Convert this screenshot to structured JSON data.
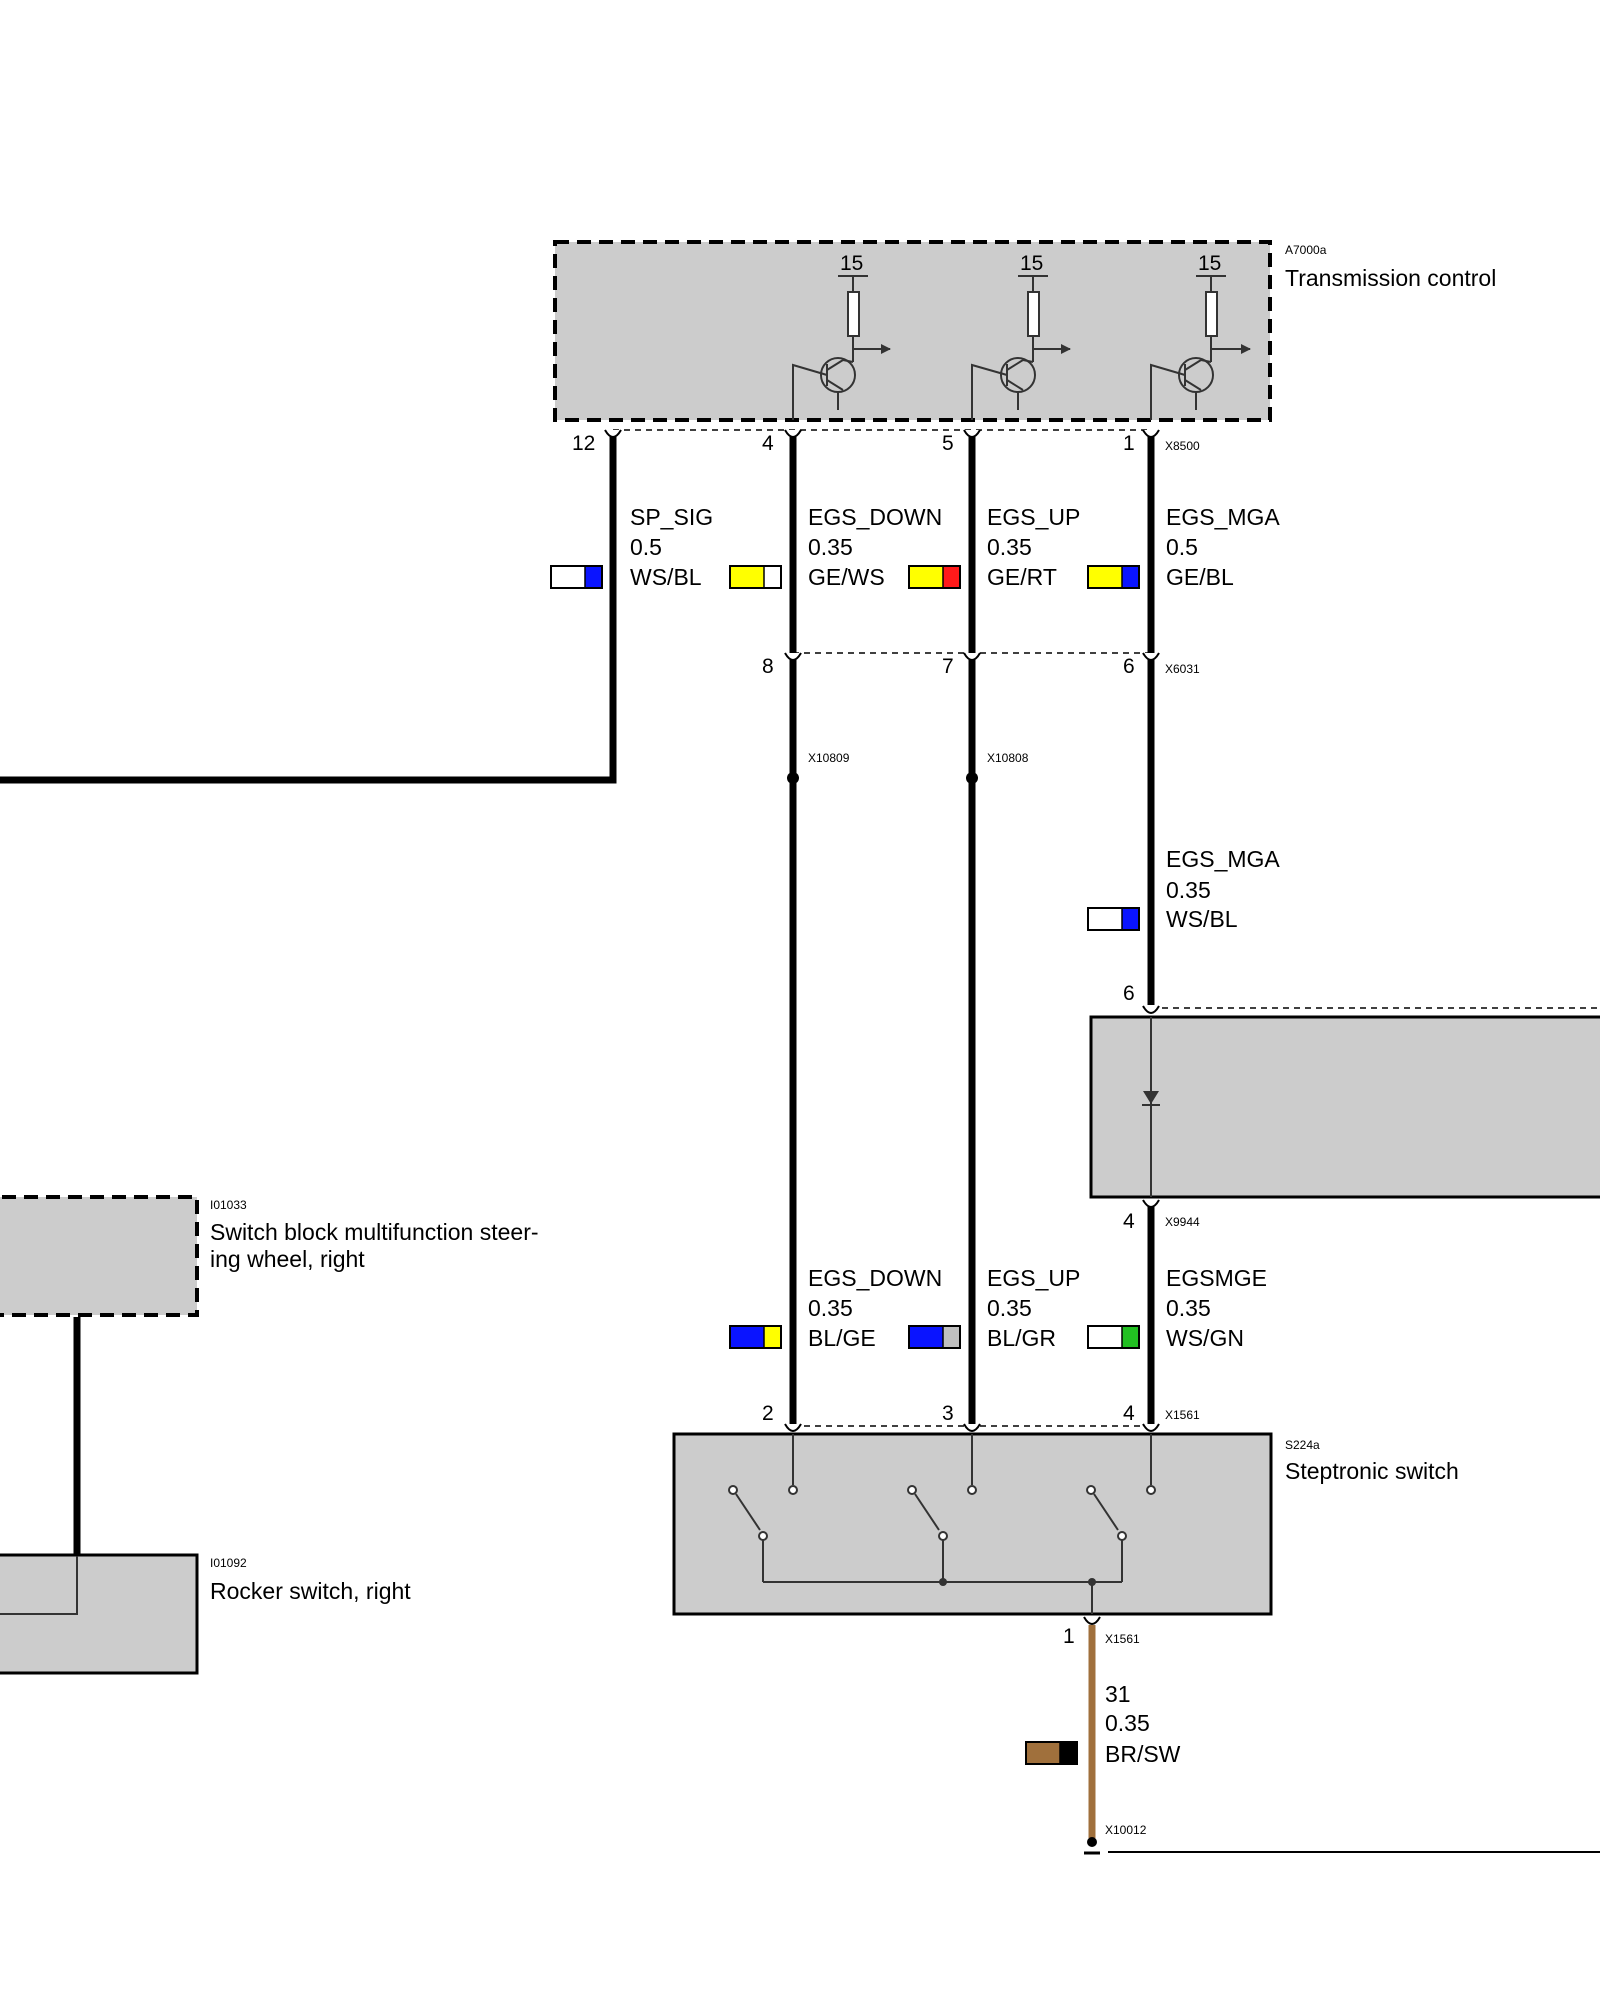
{
  "colors": {
    "module_fill": "#cccccc",
    "wire": "#000000",
    "ground_wire": "#a0703c",
    "WS": "#ffffff",
    "BL": "#0a14ff",
    "GE": "#ffff00",
    "RT": "#ff1a1a",
    "GR": "#c0c0c0",
    "GN": "#22c022",
    "BR": "#a0703c",
    "SW": "#000000"
  },
  "modules": {
    "transmission_control": {
      "ref": "A7000a",
      "title": "Transmission control",
      "supply": [
        "15",
        "15",
        "15"
      ]
    },
    "steptronic_switch": {
      "ref": "S224a",
      "title": "Steptronic switch"
    },
    "switch_block": {
      "ref": "I01033",
      "title_line1": "Switch block multifunction steer-",
      "title_line2": "ing wheel, right"
    },
    "rocker_switch": {
      "ref": "I01092",
      "title": "Rocker switch, right"
    }
  },
  "connectors": {
    "x8500": "X8500",
    "x6031": "X6031",
    "x10809": "X10809",
    "x10808": "X10808",
    "x9944": "X9944",
    "x1561_top": "X1561",
    "x1561_bottom": "X1561",
    "x10012": "X10012"
  },
  "pins": {
    "tc_sp": "12",
    "tc_down": "4",
    "tc_up": "5",
    "tc_mga": "1",
    "x6031_down": "8",
    "x6031_up": "7",
    "x6031_mga": "6",
    "mid_top": "6",
    "mid_bottom": "4",
    "sw_down": "2",
    "sw_up": "3",
    "sw_mge": "4",
    "sw_ground": "1"
  },
  "wires": {
    "sp_sig": {
      "name": "SP_SIG",
      "gauge": "0.5",
      "color": "WS/BL",
      "c1": "WS",
      "c2": "BL"
    },
    "egs_down_top": {
      "name": "EGS_DOWN",
      "gauge": "0.35",
      "color": "GE/WS",
      "c1": "GE",
      "c2": "WS"
    },
    "egs_up_top": {
      "name": "EGS_UP",
      "gauge": "0.35",
      "color": "GE/RT",
      "c1": "GE",
      "c2": "RT"
    },
    "egs_mga_top": {
      "name": "EGS_MGA",
      "gauge": "0.5",
      "color": "GE/BL",
      "c1": "GE",
      "c2": "BL"
    },
    "egs_mga_mid": {
      "name": "EGS_MGA",
      "gauge": "0.35",
      "color": "WS/BL",
      "c1": "WS",
      "c2": "BL"
    },
    "egs_down_bot": {
      "name": "EGS_DOWN",
      "gauge": "0.35",
      "color": "BL/GE",
      "c1": "BL",
      "c2": "GE"
    },
    "egs_up_bot": {
      "name": "EGS_UP",
      "gauge": "0.35",
      "color": "BL/GR",
      "c1": "BL",
      "c2": "GR"
    },
    "egsmge": {
      "name": "EGSMGE",
      "gauge": "0.35",
      "color": "WS/GN",
      "c1": "WS",
      "c2": "GN"
    },
    "ground": {
      "name": "31",
      "gauge": "0.35",
      "color": "BR/SW",
      "c1": "BR",
      "c2": "SW"
    }
  }
}
